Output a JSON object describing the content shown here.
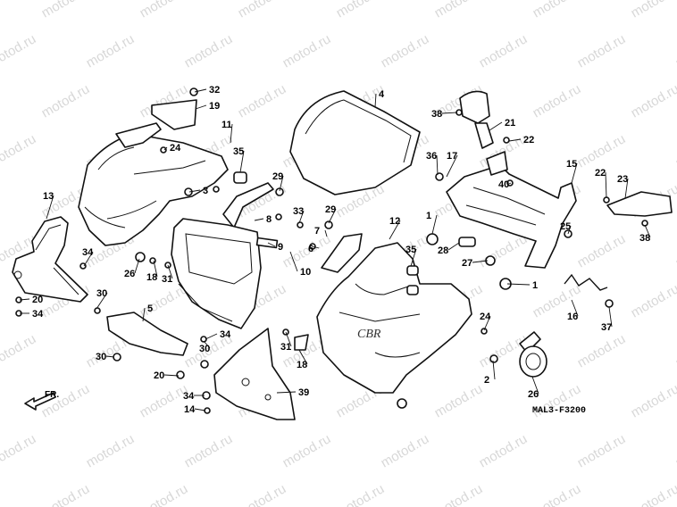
{
  "watermark": "motod.ru",
  "diagram_code": "MAL3-F3200",
  "front_label": "FR.",
  "callouts": [
    "32",
    "19",
    "11",
    "24",
    "35",
    "3",
    "29",
    "4",
    "38",
    "21",
    "22",
    "36",
    "17",
    "40",
    "15",
    "22",
    "23",
    "8",
    "33",
    "29",
    "7",
    "6",
    "9",
    "13",
    "34",
    "26",
    "18",
    "31",
    "10",
    "12",
    "35",
    "1",
    "28",
    "27",
    "25",
    "38",
    "1",
    "20",
    "30",
    "34",
    "5",
    "16",
    "37",
    "24",
    "31",
    "18",
    "30",
    "34",
    "30",
    "20",
    "34",
    "14",
    "39",
    "2",
    "26"
  ]
}
